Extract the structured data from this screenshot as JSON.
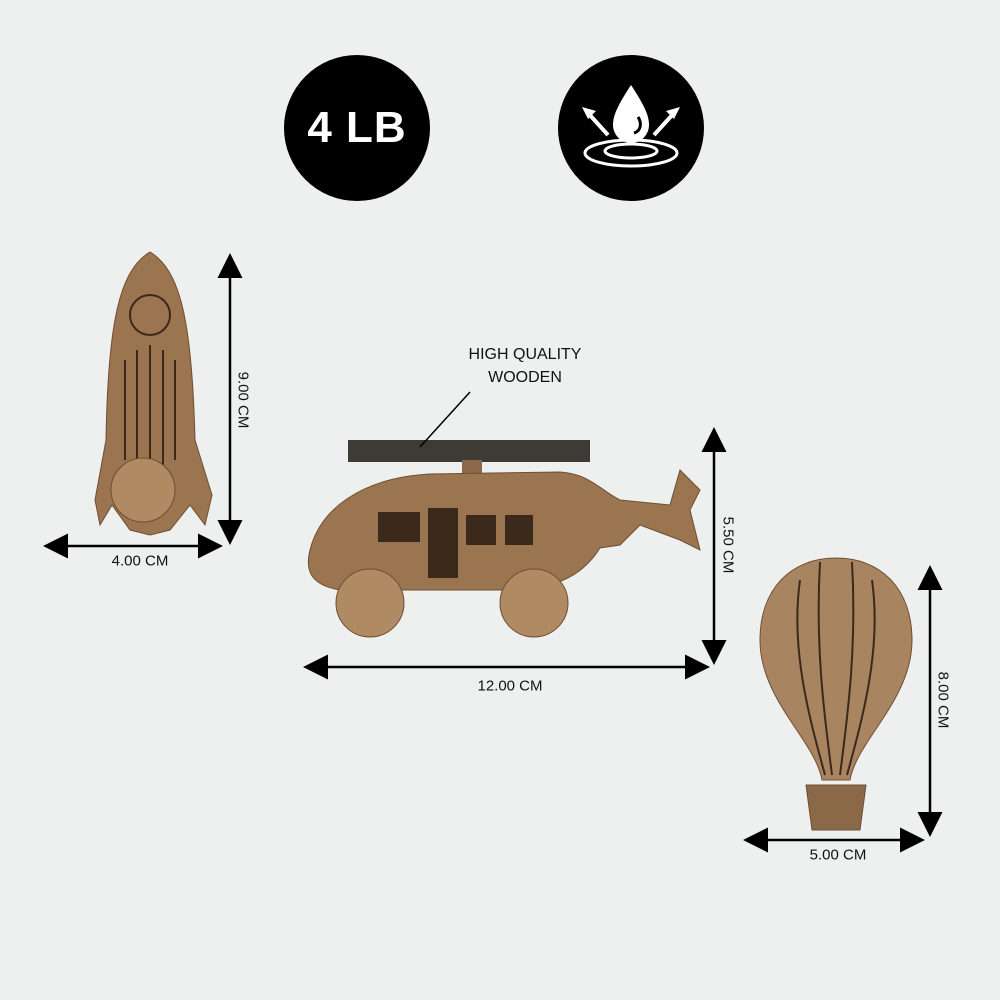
{
  "badges": {
    "weight": "4 LB",
    "water_icon": "water-resistant-icon"
  },
  "callout": {
    "line1": "HIGH QUALITY",
    "line2": "WOODEN"
  },
  "dimensions": {
    "rocket_height": "9.00 CM",
    "rocket_width": "4.00 CM",
    "helicopter_height": "5.50 CM",
    "helicopter_width": "12.00 CM",
    "balloon_height": "8.00 CM",
    "balloon_width": "5.00 CM"
  },
  "colors": {
    "wood": "#9b7450",
    "wood_dark": "#3b2a1c",
    "badge": "#000000",
    "background": "#eef0ef"
  }
}
